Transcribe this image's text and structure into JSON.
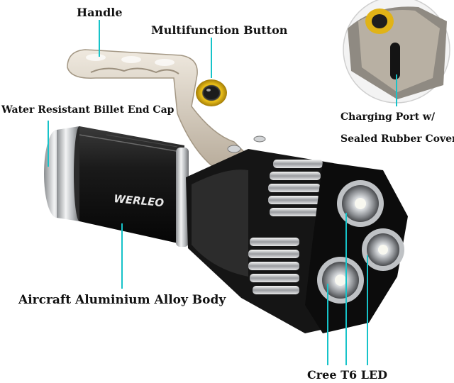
{
  "labels": {
    "handle": "Handle",
    "multifunction_button": "Multifunction Button",
    "end_cap": "Water Resistant Billet End Cap",
    "charging_port_line1": "Charging Port w/",
    "charging_port_line2": "Sealed Rubber Cover",
    "body": "Aircraft Aluminium Alloy Body",
    "led": "Cree T6 LED"
  },
  "brand": "WERLEO",
  "colors": {
    "callout_line": "#16c3c9",
    "body": "#141414",
    "silver": "#c9ccd0",
    "handle": "#d8cfc2",
    "button_ring": "#e0b317"
  }
}
